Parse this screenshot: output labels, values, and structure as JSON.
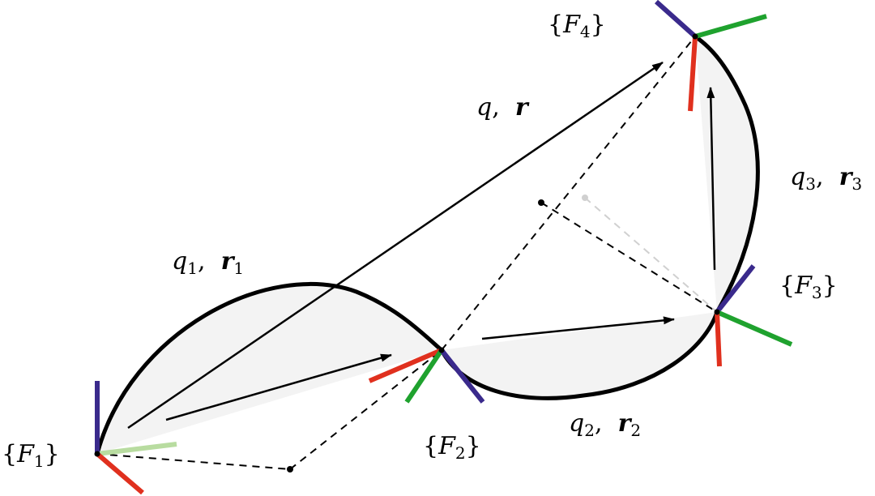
{
  "frames": [
    {
      "brace_open": "{",
      "symbol": "F",
      "sub": "1",
      "brace_close": "}"
    },
    {
      "brace_open": "{",
      "symbol": "F",
      "sub": "2",
      "brace_close": "}"
    },
    {
      "brace_open": "{",
      "symbol": "F",
      "sub": "3",
      "brace_close": "}"
    },
    {
      "brace_open": "{",
      "symbol": "F",
      "sub": "4",
      "brace_close": "}"
    }
  ],
  "segments": [
    {
      "q": "q",
      "q_sub": "1",
      "sep": ",",
      "r": "r",
      "r_sub": "1"
    },
    {
      "q": "q",
      "q_sub": "2",
      "sep": ",",
      "r": "r",
      "r_sub": "2"
    },
    {
      "q": "q",
      "q_sub": "3",
      "sep": ",",
      "r": "r",
      "r_sub": "3"
    }
  ],
  "total": {
    "q": "q",
    "sep": ",",
    "r": "r"
  },
  "colors": {
    "curve": "#000000",
    "fill": "#f3f3f3",
    "axis_red": "#e0301e",
    "axis_green": "#1fa22e",
    "axis_blue": "#3a2a8c",
    "axis_faded_green": "#b8dca0",
    "faded_dashed": "#d0d0d0"
  }
}
